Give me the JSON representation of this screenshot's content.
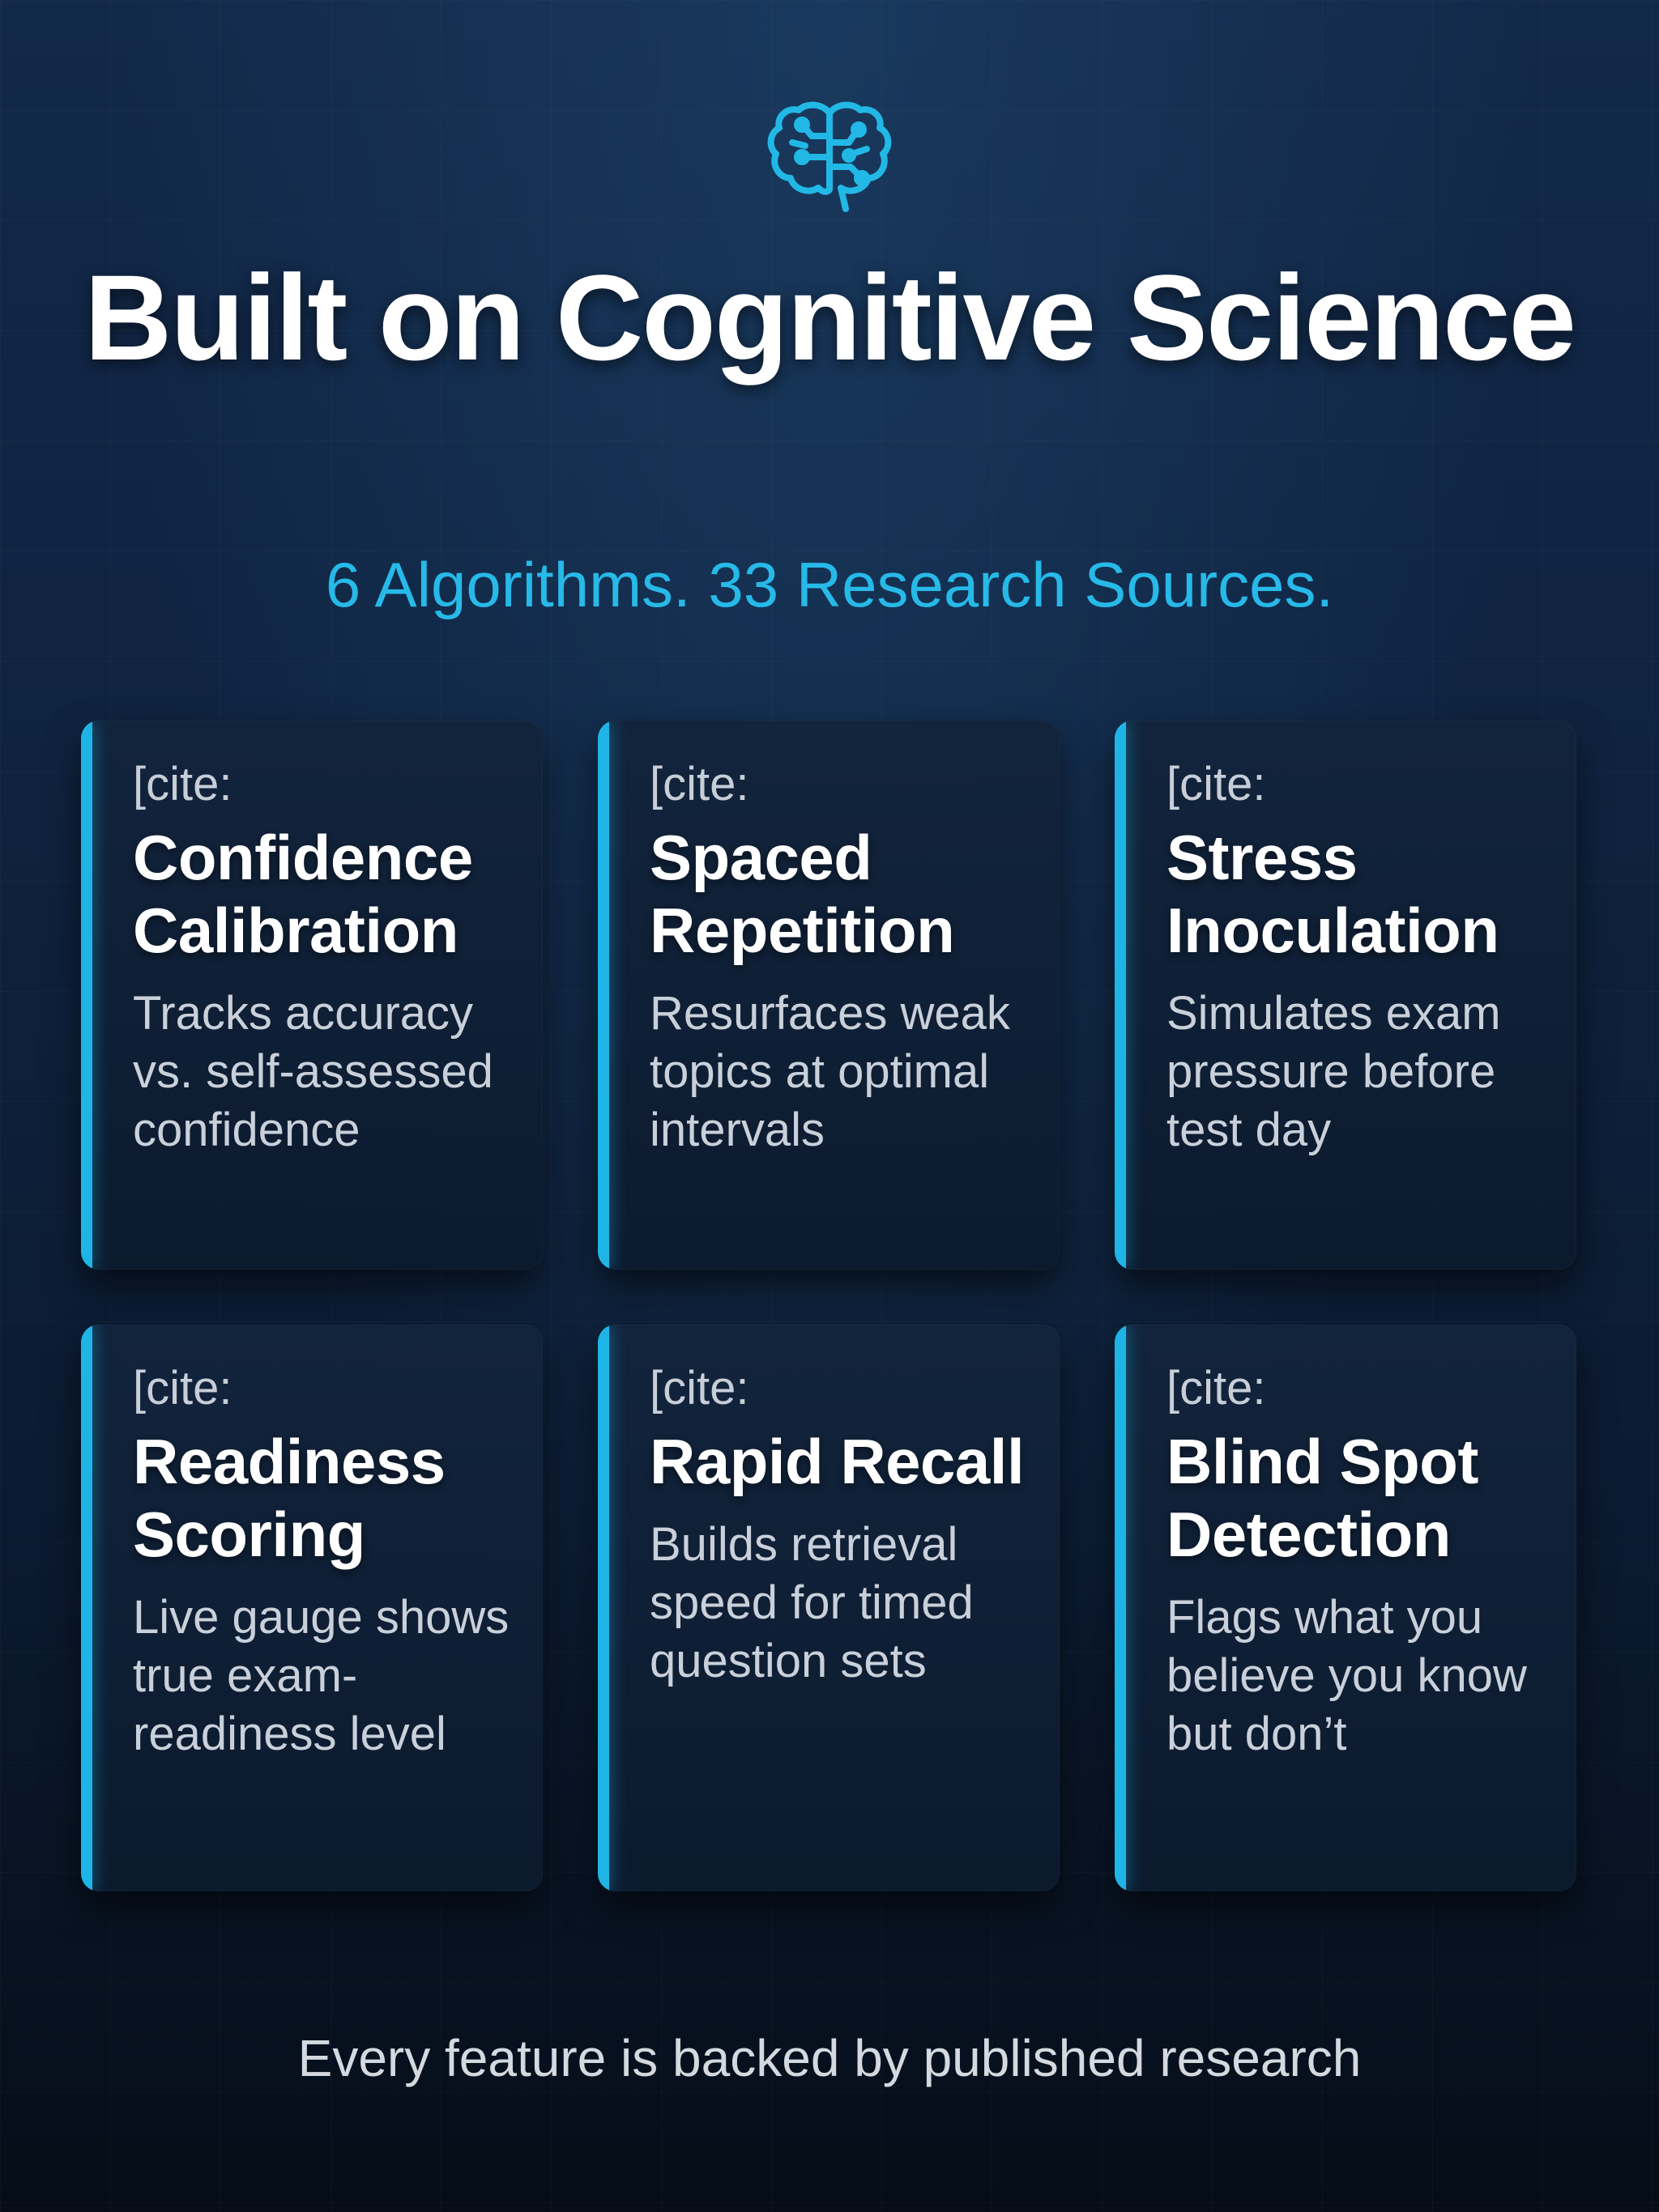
{
  "header": {
    "icon": "brain-circuit-icon",
    "title": "Built on Cognitive Science",
    "subtitle": "6 Algorithms. 33 Research Sources."
  },
  "cards": [
    {
      "cite": "[cite:",
      "title": "Confidence Calibration",
      "description": "Tracks accuracy vs. self-assessed confidence"
    },
    {
      "cite": "[cite:",
      "title": "Spaced Repetition",
      "description": "Resurfaces weak topics at optimal intervals"
    },
    {
      "cite": "[cite:",
      "title": "Stress Inoculation",
      "description": "Simulates exam pressure before test day"
    },
    {
      "cite": "[cite:",
      "title": "Readiness Scoring",
      "description": "Live gauge shows true exam-readiness level"
    },
    {
      "cite": "[cite:",
      "title": "Rapid Recall",
      "description": "Builds retrieval speed for timed question sets"
    },
    {
      "cite": "[cite:",
      "title": "Blind Spot Detection",
      "description": "Flags what you believe you know but don’t"
    }
  ],
  "footer": {
    "text": "Every feature is backed by published research"
  },
  "colors": {
    "accent": "#1fb4e6",
    "subtitle": "#27b9e8",
    "background_top": "#13294a",
    "background_bottom": "#060d18"
  }
}
